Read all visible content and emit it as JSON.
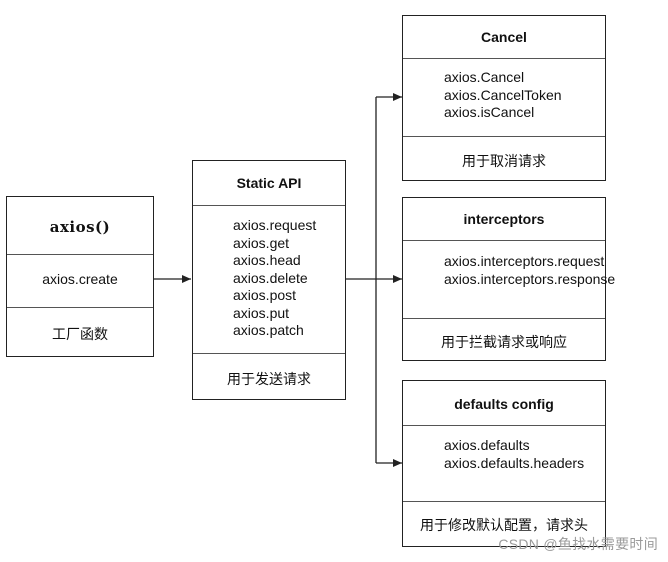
{
  "axios_box": {
    "title": "axios()",
    "method": "axios.create",
    "desc": "工厂函数"
  },
  "static_box": {
    "title": "Static API",
    "items": [
      "axios.request",
      "axios.get",
      "axios.head",
      "axios.delete",
      "axios.post",
      "axios.put",
      "axios.patch"
    ],
    "desc": "用于发送请求"
  },
  "cancel_box": {
    "title": "Cancel",
    "items": [
      "axios.Cancel",
      "axios.CancelToken",
      "axios.isCancel"
    ],
    "desc": "用于取消请求"
  },
  "interceptors_box": {
    "title": "interceptors",
    "items": [
      "axios.interceptors.request",
      "axios.interceptors.response"
    ],
    "desc": "用于拦截请求或响应"
  },
  "defaults_box": {
    "title": "defaults config",
    "items": [
      "axios.defaults",
      "axios.defaults.headers"
    ],
    "desc": "用于修改默认配置，请求头"
  },
  "watermark": "CSDN @鱼找水需要时间"
}
